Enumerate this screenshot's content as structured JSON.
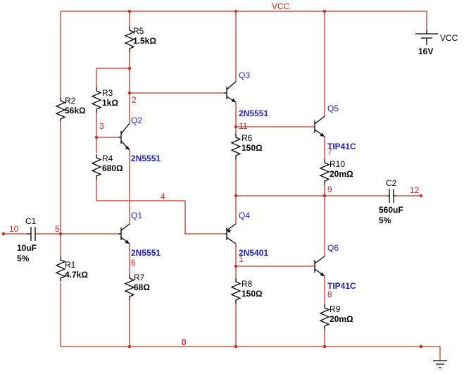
{
  "supply": {
    "rail_label": "VCC",
    "source_label": "VCC",
    "source_value": "16V"
  },
  "nets": {
    "n0": "0",
    "n1": "1",
    "n2": "2",
    "n3": "3",
    "n4": "4",
    "n5": "5",
    "n6": "6",
    "n7": "7",
    "n8": "8",
    "n9": "9",
    "n10": "10",
    "n11": "11",
    "n12": "12"
  },
  "resistors": {
    "R1": {
      "ref": "R1",
      "value": "4.7kΩ"
    },
    "R2": {
      "ref": "R2",
      "value": "56kΩ"
    },
    "R3": {
      "ref": "R3",
      "value": "1kΩ"
    },
    "R4": {
      "ref": "R4",
      "value": "680Ω"
    },
    "R5": {
      "ref": "R5",
      "value": "1.5kΩ"
    },
    "R6": {
      "ref": "R6",
      "value": "150Ω"
    },
    "R7": {
      "ref": "R7",
      "value": "68Ω"
    },
    "R8": {
      "ref": "R8",
      "value": "150Ω"
    },
    "R9": {
      "ref": "R9",
      "value": "20mΩ"
    },
    "R10": {
      "ref": "R10",
      "value": "20mΩ"
    }
  },
  "capacitors": {
    "C1": {
      "ref": "C1",
      "value": "10uF",
      "tolerance": "5%"
    },
    "C2": {
      "ref": "C2",
      "value": "560uF",
      "tolerance": "5%"
    }
  },
  "transistors": {
    "Q1": {
      "ref": "Q1",
      "model": "2N5551"
    },
    "Q2": {
      "ref": "Q2",
      "model": "2N5551"
    },
    "Q3": {
      "ref": "Q3",
      "model": "2N5551"
    },
    "Q4": {
      "ref": "Q4",
      "model": "2N5401"
    },
    "Q5": {
      "ref": "Q5",
      "model": "TIP41C"
    },
    "Q6": {
      "ref": "Q6",
      "model": "TIP41C"
    }
  }
}
